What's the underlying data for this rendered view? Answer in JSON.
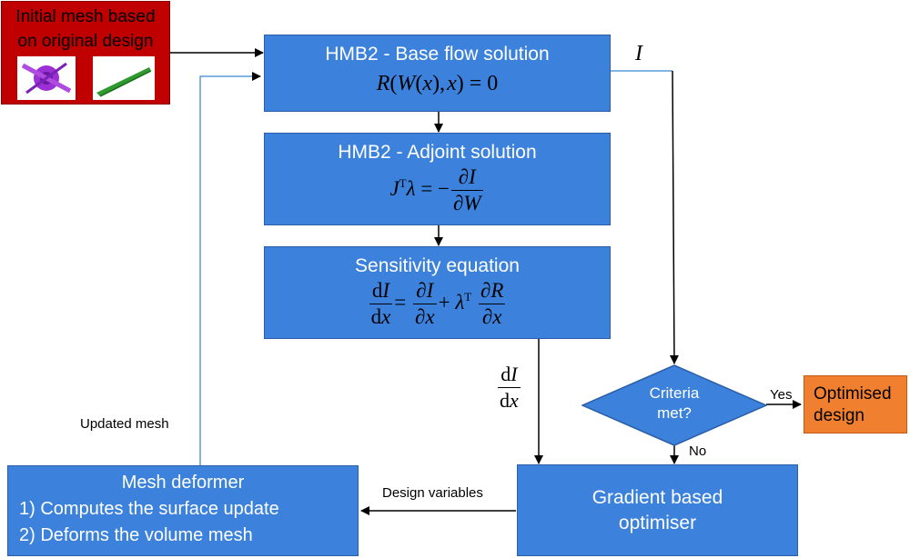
{
  "initial_mesh": {
    "label_line1": "Initial mesh based",
    "label_line2": "on original design"
  },
  "base_flow": {
    "title": "HMB2 - Base flow solution",
    "equation": "R(W(x), x) = 0"
  },
  "adjoint": {
    "title": "HMB2 - Adjoint solution",
    "equation": "JTλ = −∂I/∂W"
  },
  "sensitivity": {
    "title": "Sensitivity equation",
    "equation": "dI/dx = ∂I/∂x + λT ∂R/∂x"
  },
  "criteria": {
    "label_line1": "Criteria",
    "label_line2": "met?"
  },
  "optimised": {
    "label_line1": "Optimised",
    "label_line2": "design"
  },
  "optimiser": {
    "label_line1": "Gradient based",
    "label_line2": "optimiser"
  },
  "mesh_deformer": {
    "title": "Mesh deformer",
    "step1": "1) Computes the surface update",
    "step2": "2) Deforms the volume mesh"
  },
  "edge_labels": {
    "I": "I",
    "yes": "Yes",
    "no": "No",
    "design_variables": "Design variables",
    "updated_mesh": "Updated mesh",
    "dIdx": "dI/dx"
  },
  "colors": {
    "box_blue": "#3c82dc",
    "initial_red": "#c00000",
    "optimised_orange": "#f07f30",
    "feedback_line": "#5b9bd5"
  }
}
